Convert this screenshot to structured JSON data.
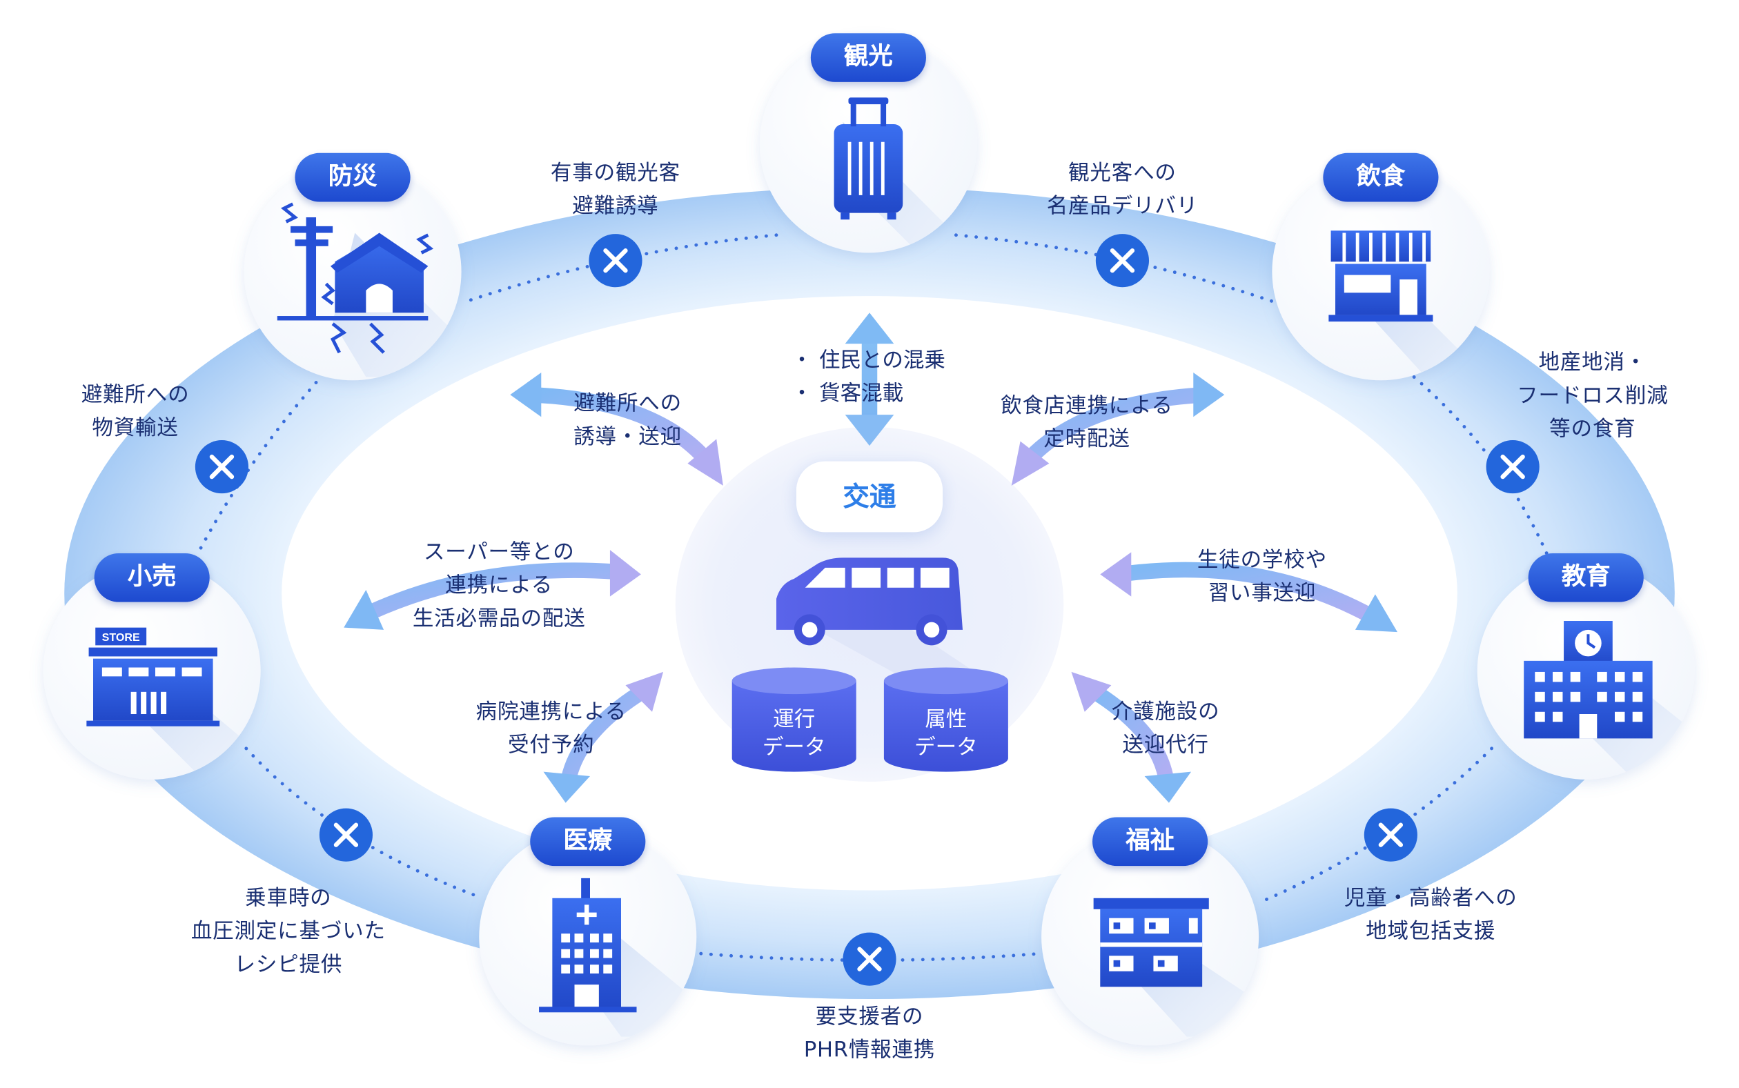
{
  "center": {
    "title": "交通",
    "bullets": [
      "・ 住民との混乗",
      "・ 貨客混載"
    ],
    "db_operation": [
      "運行",
      "データ"
    ],
    "db_attribute": [
      "属性",
      "データ"
    ]
  },
  "sectors": {
    "tourism": "観光",
    "disaster": "防災",
    "dining": "飲食",
    "retail": "小売",
    "education": "教育",
    "medical": "医療",
    "welfare": "福祉"
  },
  "outer_links": {
    "tourism_disaster": [
      "有事の観光客",
      "避難誘導"
    ],
    "tourism_dining": [
      "観光客への",
      "名産品デリバリ"
    ],
    "disaster_retail": [
      "避難所への",
      "物資輸送"
    ],
    "dining_education": [
      "地産地消・",
      "フードロス削減",
      "等の食育"
    ],
    "retail_medical": [
      "乗車時の",
      "血圧測定に基づいた",
      "レシピ提供"
    ],
    "medical_welfare": [
      "要支援者の",
      "PHR情報連携"
    ],
    "welfare_education": [
      "児童・高齢者への",
      "地域包括支援"
    ]
  },
  "inner_links": {
    "disaster": [
      "避難所への",
      "誘導・送迎"
    ],
    "dining": [
      "飲食店連携による",
      "定時配送"
    ],
    "retail": [
      "スーパー等との",
      "連携による",
      "生活必需品の配送"
    ],
    "education": [
      "生徒の学校や",
      "習い事送迎"
    ],
    "medical": [
      "病院連携による",
      "受付予約"
    ],
    "welfare": [
      "介護施設の",
      "送迎代行"
    ]
  },
  "icons": {
    "store_sign": "STORE"
  },
  "colors": {
    "pill_blue": "#2557dc",
    "icon_blue": "#2a5ee0",
    "ring_light": "#d3e6fb",
    "ring_dark": "#a9cdf6",
    "arrow_purple": "#a8a8f0",
    "arrow_blue": "#6aaef2",
    "title_blue": "#2d7ee8",
    "text_navy": "#1a2f72"
  }
}
